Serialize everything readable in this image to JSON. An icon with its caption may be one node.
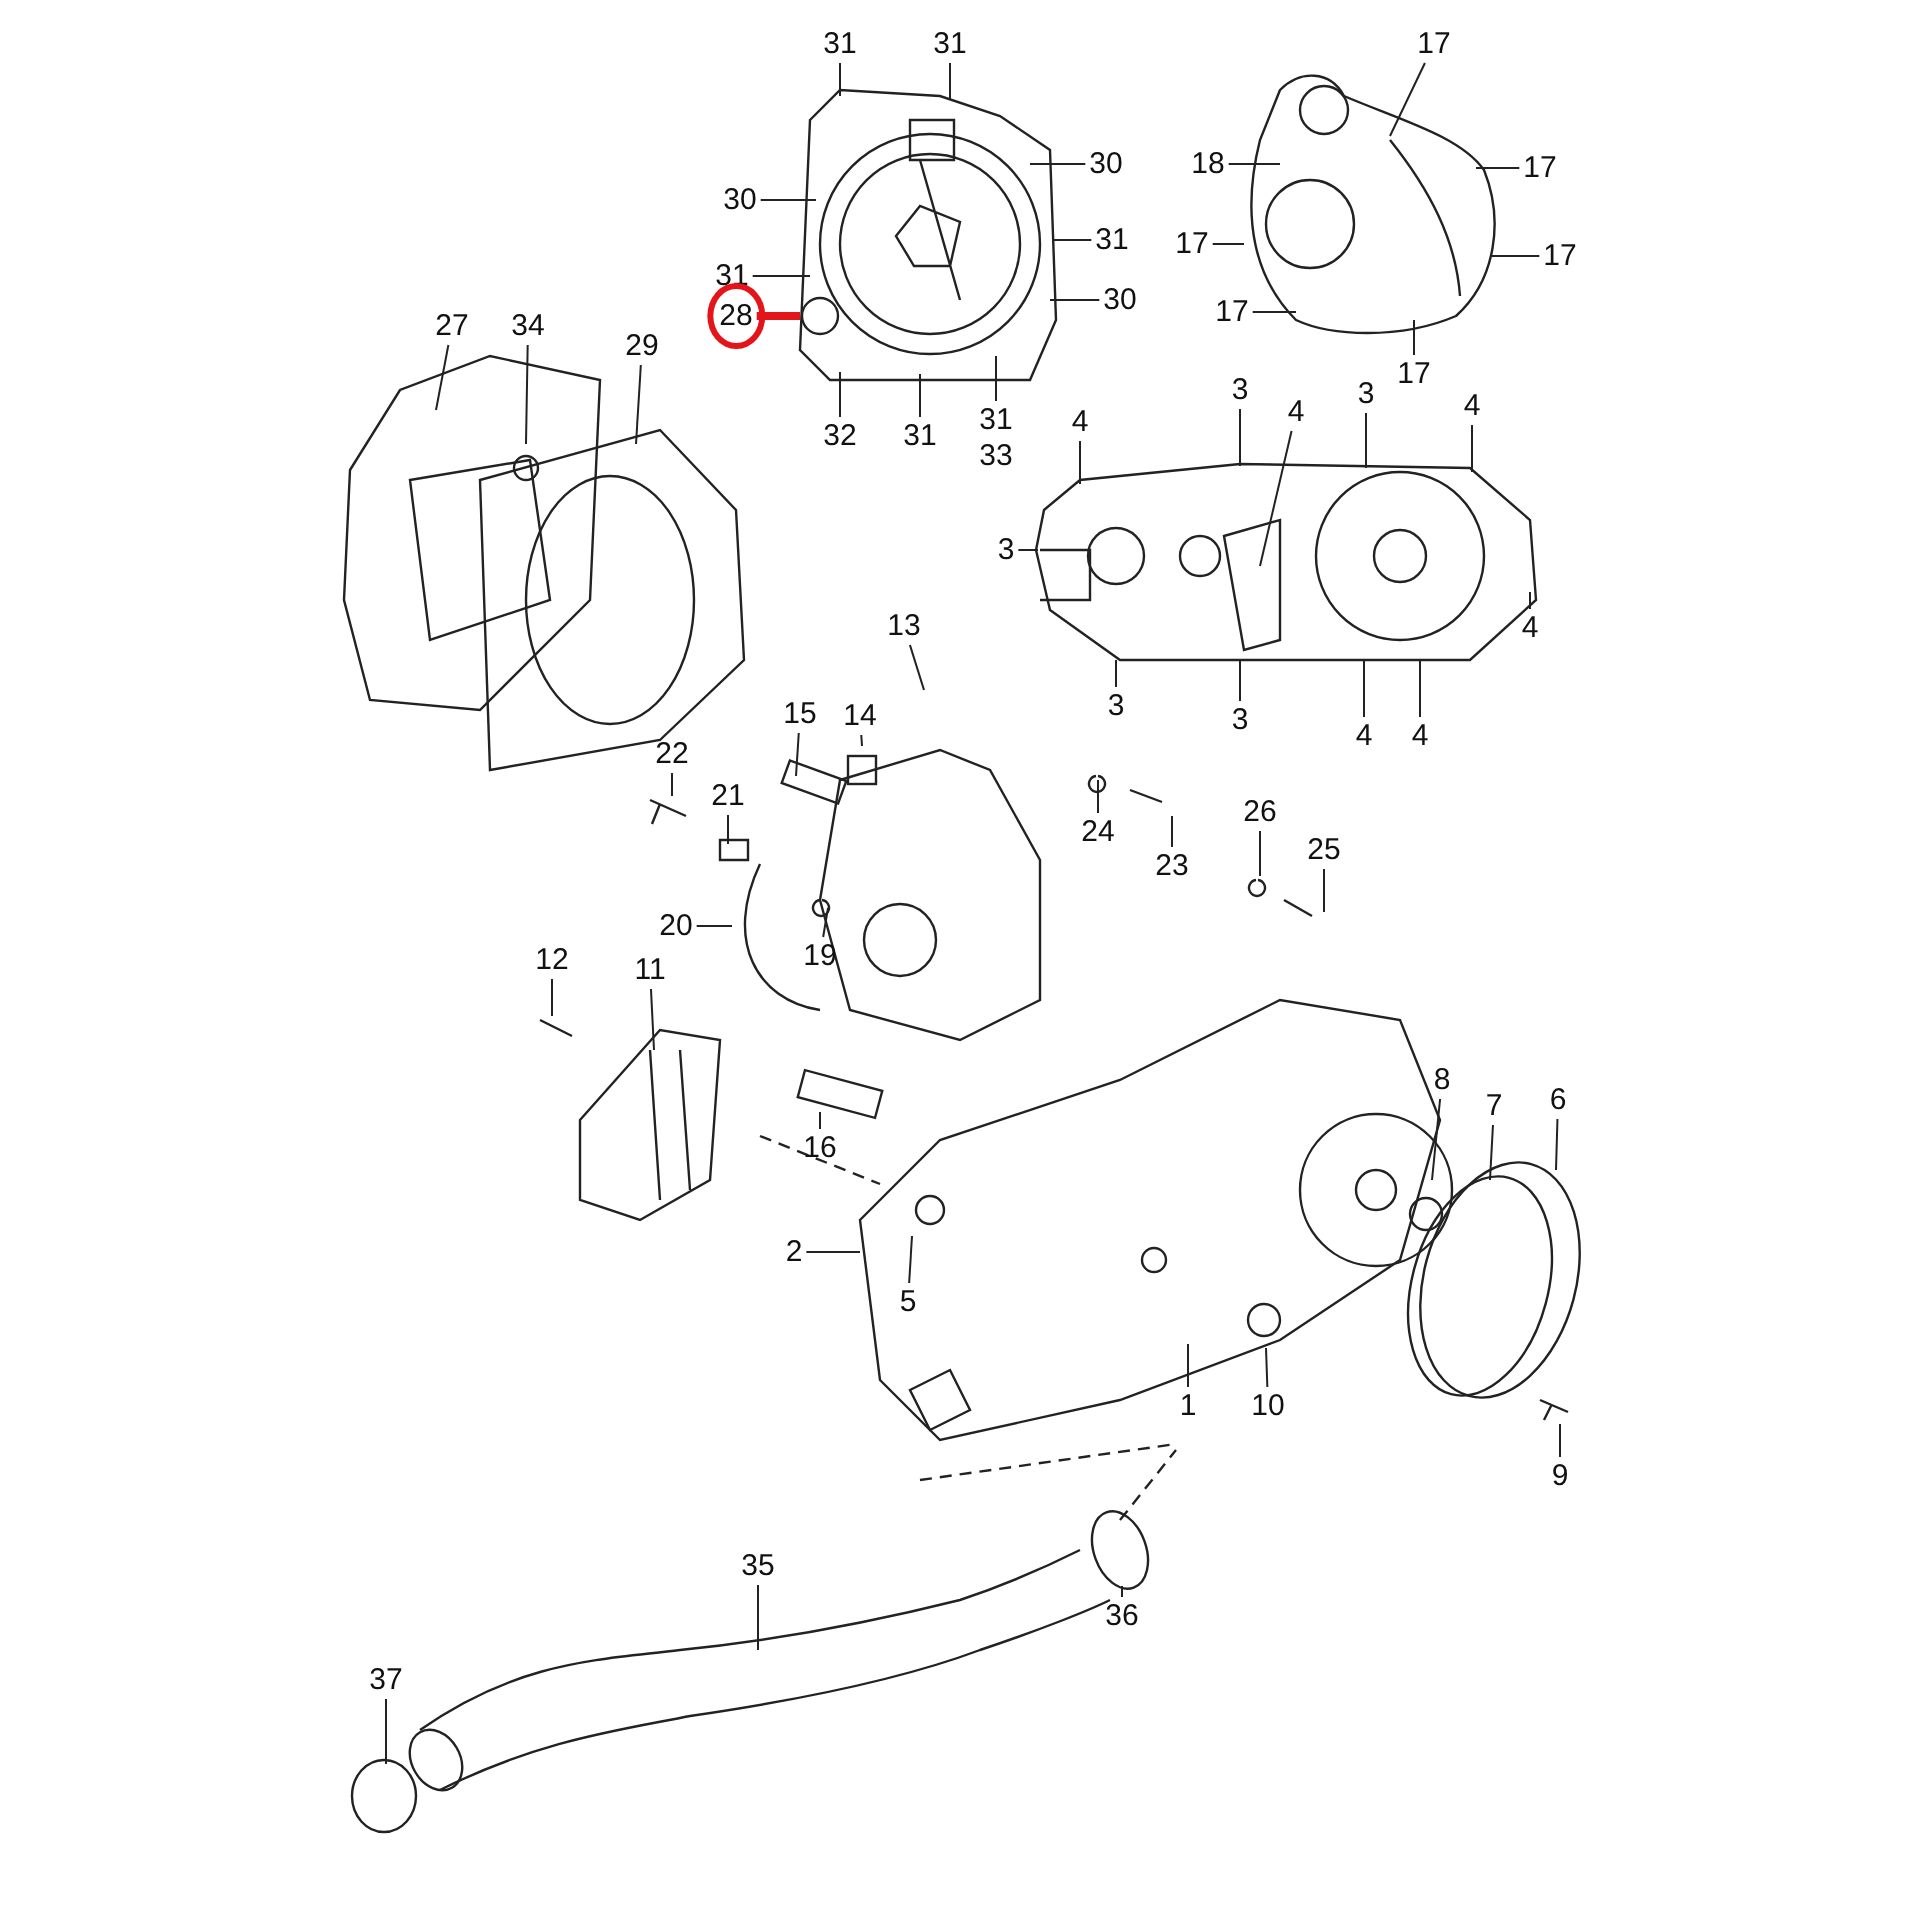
{
  "diagram": {
    "nodes": [
      {
        "text": [
          "31"
        ]
      },
      {
        "text": [
          "31"
        ]
      },
      {
        "text": [
          "30"
        ]
      },
      {
        "text": [
          "30"
        ]
      },
      {
        "text": [
          "31"
        ]
      },
      {
        "text": [
          "31"
        ]
      },
      {
        "text": [
          "28"
        ]
      },
      {
        "text": [
          "30"
        ]
      },
      {
        "text": [
          "32"
        ]
      },
      {
        "text": [
          "31"
        ]
      },
      {
        "text": [
          "31"
        ]
      },
      {
        "text": [
          "17"
        ]
      },
      {
        "text": [
          "18"
        ]
      },
      {
        "text": [
          "17"
        ]
      },
      {
        "text": [
          "17"
        ]
      },
      {
        "text": [
          "17"
        ]
      },
      {
        "text": [
          "17"
        ]
      },
      {
        "text": [
          "17"
        ]
      },
      {
        "text": [
          "4"
        ]
      },
      {
        "text": [
          "3"
        ]
      },
      {
        "text": [
          "4"
        ]
      },
      {
        "text": [
          "3"
        ]
      },
      {
        "text": [
          "4"
        ]
      },
      {
        "text": [
          "3"
        ]
      },
      {
        "text": [
          "4"
        ]
      },
      {
        "text": [
          "3"
        ]
      },
      {
        "text": [
          "3"
        ]
      },
      {
        "text": [
          "4"
        ]
      },
      {
        "text": [
          "4"
        ]
      },
      {
        "text": [
          "27"
        ]
      },
      {
        "text": [
          "34"
        ]
      },
      {
        "text": [
          "29"
        ]
      },
      {
        "text": [
          "13"
        ]
      },
      {
        "text": [
          "15"
        ]
      },
      {
        "text": [
          "14"
        ]
      },
      {
        "text": [
          "22"
        ]
      },
      {
        "text": [
          "21"
        ]
      },
      {
        "text": [
          "24"
        ]
      },
      {
        "text": [
          "23"
        ]
      },
      {
        "text": [
          "26"
        ]
      },
      {
        "text": [
          "25"
        ]
      },
      {
        "text": [
          "20"
        ]
      },
      {
        "text": [
          "19"
        ]
      },
      {
        "text": [
          "12"
        ]
      },
      {
        "text": [
          "11"
        ]
      },
      {
        "text": [
          "16"
        ]
      },
      {
        "text": [
          "8"
        ]
      },
      {
        "text": [
          "7"
        ]
      },
      {
        "text": [
          "6"
        ]
      },
      {
        "text": [
          "2"
        ]
      },
      {
        "text": [
          "5"
        ]
      },
      {
        "text": [
          "1"
        ]
      },
      {
        "text": [
          "10"
        ]
      },
      {
        "text": [
          "9"
        ]
      },
      {
        "text": [
          "35"
        ]
      },
      {
        "text": [
          "36"
        ]
      },
      {
        "text": [
          "37"
        ]
      }
    ],
    "edges": [
      {
        "from": 0,
        "to": null,
        "arrow": "none"
      },
      {
        "from": 1,
        "to": null,
        "arrow": "none"
      },
      {
        "from": 2,
        "to": null,
        "arrow": "none"
      },
      {
        "from": 3,
        "to": null,
        "arrow": "none"
      },
      {
        "from": 4,
        "to": null,
        "arrow": "none"
      },
      {
        "from": 5,
        "to": null,
        "arrow": "none"
      },
      {
        "from": 6,
        "to": null,
        "arrow": "none",
        "style": "thick",
        "color": "#e3151a"
      },
      {
        "from": 7,
        "to": null,
        "arrow": "none"
      },
      {
        "from": 8,
        "to": null,
        "arrow": "none"
      },
      {
        "from": 9,
        "to": null,
        "arrow": "none"
      },
      {
        "from": 10,
        "to": null,
        "arrow": "none"
      },
      {
        "from": 11,
        "to": null,
        "arrow": "none"
      },
      {
        "from": 12,
        "to": null,
        "arrow": "none"
      },
      {
        "from": 13,
        "to": null,
        "arrow": "none"
      },
      {
        "from": 14,
        "to": null,
        "arrow": "none"
      },
      {
        "from": 15,
        "to": null,
        "arrow": "none"
      },
      {
        "from": 16,
        "to": null,
        "arrow": "none"
      },
      {
        "from": 17,
        "to": null,
        "arrow": "none"
      },
      {
        "from": 18,
        "to": null,
        "arrow": "none"
      },
      {
        "from": 19,
        "to": null,
        "arrow": "none"
      },
      {
        "from": 20,
        "to": null,
        "arrow": "none"
      },
      {
        "from": 21,
        "to": null,
        "arrow": "none"
      },
      {
        "from": 22,
        "to": null,
        "arrow": "none"
      },
      {
        "from": 23,
        "to": null,
        "arrow": "none"
      },
      {
        "from": 24,
        "to": null,
        "arrow": "none"
      },
      {
        "from": 25,
        "to": null,
        "arrow": "none"
      },
      {
        "from": 26,
        "to": null,
        "arrow": "none"
      },
      {
        "from": 27,
        "to": null,
        "arrow": "none"
      },
      {
        "from": 28,
        "to": null,
        "arrow": "none"
      },
      {
        "from": 29,
        "to": null,
        "arrow": "none"
      },
      {
        "from": 30,
        "to": null,
        "arrow": "none"
      },
      {
        "from": 31,
        "to": null,
        "arrow": "none"
      },
      {
        "from": 32,
        "to": null,
        "arrow": "none"
      },
      {
        "from": 33,
        "to": null,
        "arrow": "none"
      },
      {
        "from": 34,
        "to": null,
        "arrow": "none"
      },
      {
        "from": 35,
        "to": null,
        "arrow": "none"
      },
      {
        "from": 36,
        "to": null,
        "arrow": "none"
      },
      {
        "from": 37,
        "to": null,
        "arrow": "none"
      },
      {
        "from": 38,
        "to": null,
        "arrow": "none"
      },
      {
        "from": 39,
        "to": null,
        "arrow": "none"
      },
      {
        "from": 40,
        "to": null,
        "arrow": "none"
      },
      {
        "from": 41,
        "to": null,
        "arrow": "none"
      },
      {
        "from": 42,
        "to": null,
        "arrow": "none"
      },
      {
        "from": 43,
        "to": null,
        "arrow": "none"
      },
      {
        "from": 44,
        "to": null,
        "arrow": "none"
      },
      {
        "from": 45,
        "to": null,
        "arrow": "none"
      },
      {
        "from": 46,
        "to": null,
        "arrow": "none"
      },
      {
        "from": 47,
        "to": null,
        "arrow": "none"
      },
      {
        "from": 48,
        "to": null,
        "arrow": "none"
      },
      {
        "from": 49,
        "to": null,
        "arrow": "none"
      },
      {
        "from": 50,
        "to": null,
        "arrow": "none"
      },
      {
        "from": 51,
        "to": null,
        "arrow": "none"
      },
      {
        "from": 52,
        "to": null,
        "arrow": "none"
      },
      {
        "from": 53,
        "to": null,
        "arrow": "none"
      },
      {
        "from": 54,
        "to": null,
        "arrow": "none"
      },
      {
        "from": 55,
        "to": null,
        "arrow": "none"
      },
      {
        "from": 56,
        "to": null,
        "arrow": "none"
      }
    ],
    "labels": [
      "33"
    ]
  }
}
